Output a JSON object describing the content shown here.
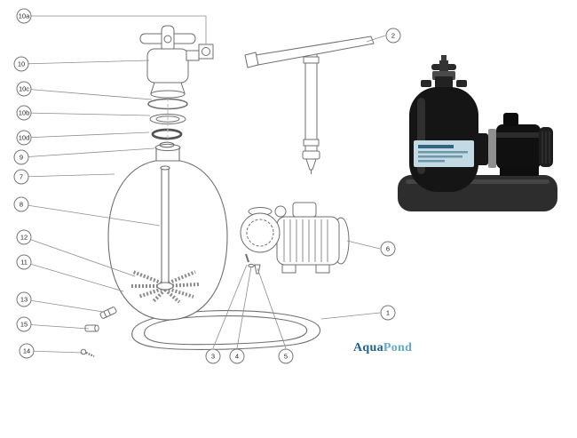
{
  "watermark": {
    "aqua": "Aqua",
    "pond": "Pond"
  },
  "colors": {
    "line": "#6f6f6f",
    "leader": "#8d8d8d",
    "callout_border": "#777777",
    "photo_dark": "#151515",
    "base_plate": "#2d2d2d",
    "label_band": "#c3d9e3",
    "watermark_aqua": "#1b5f96",
    "watermark_pond": "#63a9cf"
  },
  "callouts": [
    {
      "id": "10a",
      "label": "10a"
    },
    {
      "id": "10",
      "label": "10"
    },
    {
      "id": "10c",
      "label": "10c"
    },
    {
      "id": "10b",
      "label": "10b"
    },
    {
      "id": "10d",
      "label": "10d"
    },
    {
      "id": "9",
      "label": "9"
    },
    {
      "id": "7",
      "label": "7"
    },
    {
      "id": "8",
      "label": "8"
    },
    {
      "id": "12",
      "label": "12"
    },
    {
      "id": "11",
      "label": "11"
    },
    {
      "id": "13",
      "label": "13"
    },
    {
      "id": "15",
      "label": "15"
    },
    {
      "id": "14",
      "label": "14"
    },
    {
      "id": "2",
      "label": "2"
    },
    {
      "id": "6",
      "label": "6"
    },
    {
      "id": "1",
      "label": "1"
    },
    {
      "id": "3",
      "label": "3"
    },
    {
      "id": "4",
      "label": "4"
    },
    {
      "id": "5",
      "label": "5"
    }
  ]
}
